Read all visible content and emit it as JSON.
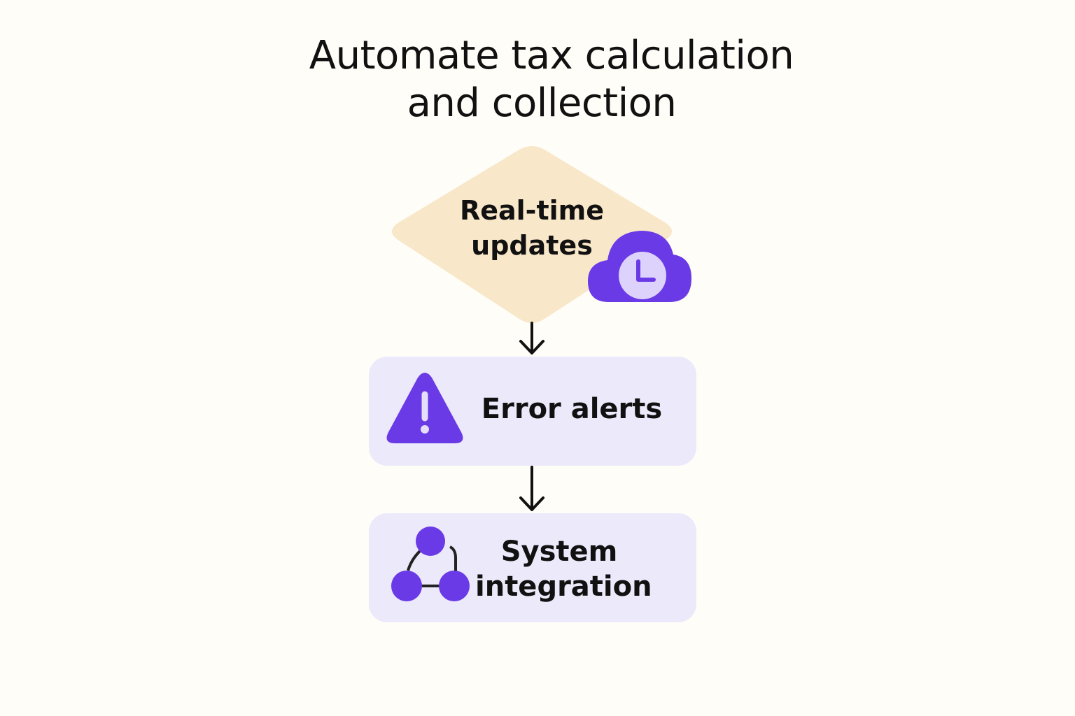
{
  "title": {
    "line1": "Automate tax calculation",
    "line2": "and collection"
  },
  "nodes": {
    "realtime": {
      "line1": "Real-time",
      "line2": "updates",
      "icon": "cloud-clock-icon"
    },
    "errors": {
      "label": "Error alerts",
      "icon": "warning-triangle-icon"
    },
    "integration": {
      "line1": "System",
      "line2": "integration",
      "icon": "network-nodes-icon"
    }
  },
  "colors": {
    "background": "#fefdf7",
    "diamond": "#f8e7c9",
    "box": "#ece9fb",
    "accent": "#6a3ae6",
    "accent_light": "#dcd2fb",
    "text": "#111111"
  }
}
